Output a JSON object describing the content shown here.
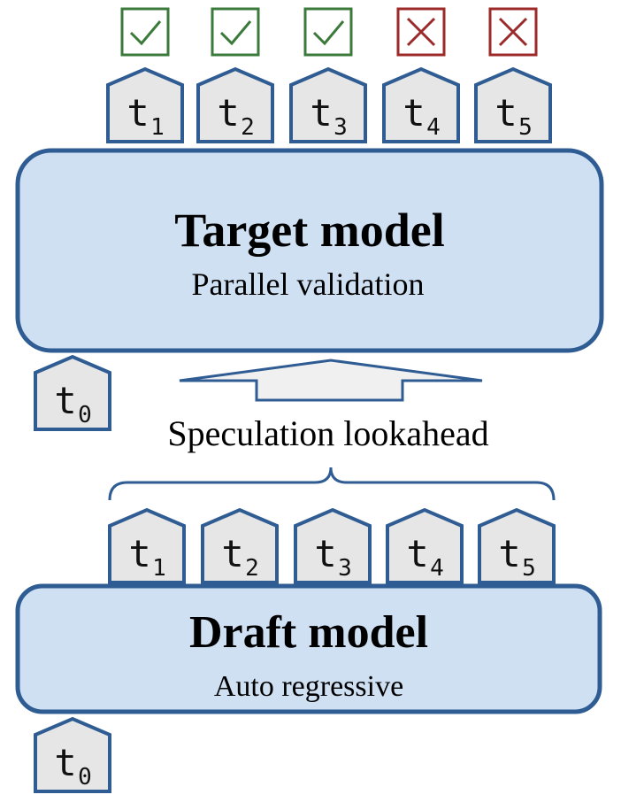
{
  "target_model": {
    "title": "Target model",
    "subtitle": "Parallel validation"
  },
  "draft_model": {
    "title": "Draft model",
    "subtitle": "Auto regressive"
  },
  "lookahead_label": "Speculation lookahead",
  "validated_tokens": [
    {
      "letter": "t",
      "index": "1",
      "status": "accepted"
    },
    {
      "letter": "t",
      "index": "2",
      "status": "accepted"
    },
    {
      "letter": "t",
      "index": "3",
      "status": "accepted"
    },
    {
      "letter": "t",
      "index": "4",
      "status": "rejected"
    },
    {
      "letter": "t",
      "index": "5",
      "status": "rejected"
    }
  ],
  "draft_tokens": [
    {
      "letter": "t",
      "index": "1"
    },
    {
      "letter": "t",
      "index": "2"
    },
    {
      "letter": "t",
      "index": "3"
    },
    {
      "letter": "t",
      "index": "4"
    },
    {
      "letter": "t",
      "index": "5"
    }
  ],
  "target_input_token": {
    "letter": "t",
    "index": "0"
  },
  "draft_input_token": {
    "letter": "t",
    "index": "0"
  },
  "status_icons": {
    "accepted": "check-icon",
    "rejected": "x-icon"
  },
  "colors": {
    "box_fill": "#cfe0f3",
    "box_stroke": "#2f5c93",
    "token_fill": "#e6e6e6",
    "accepted": "#3c7a3c",
    "rejected": "#9c2a2a",
    "arrow_fill": "#f0f0f0"
  }
}
